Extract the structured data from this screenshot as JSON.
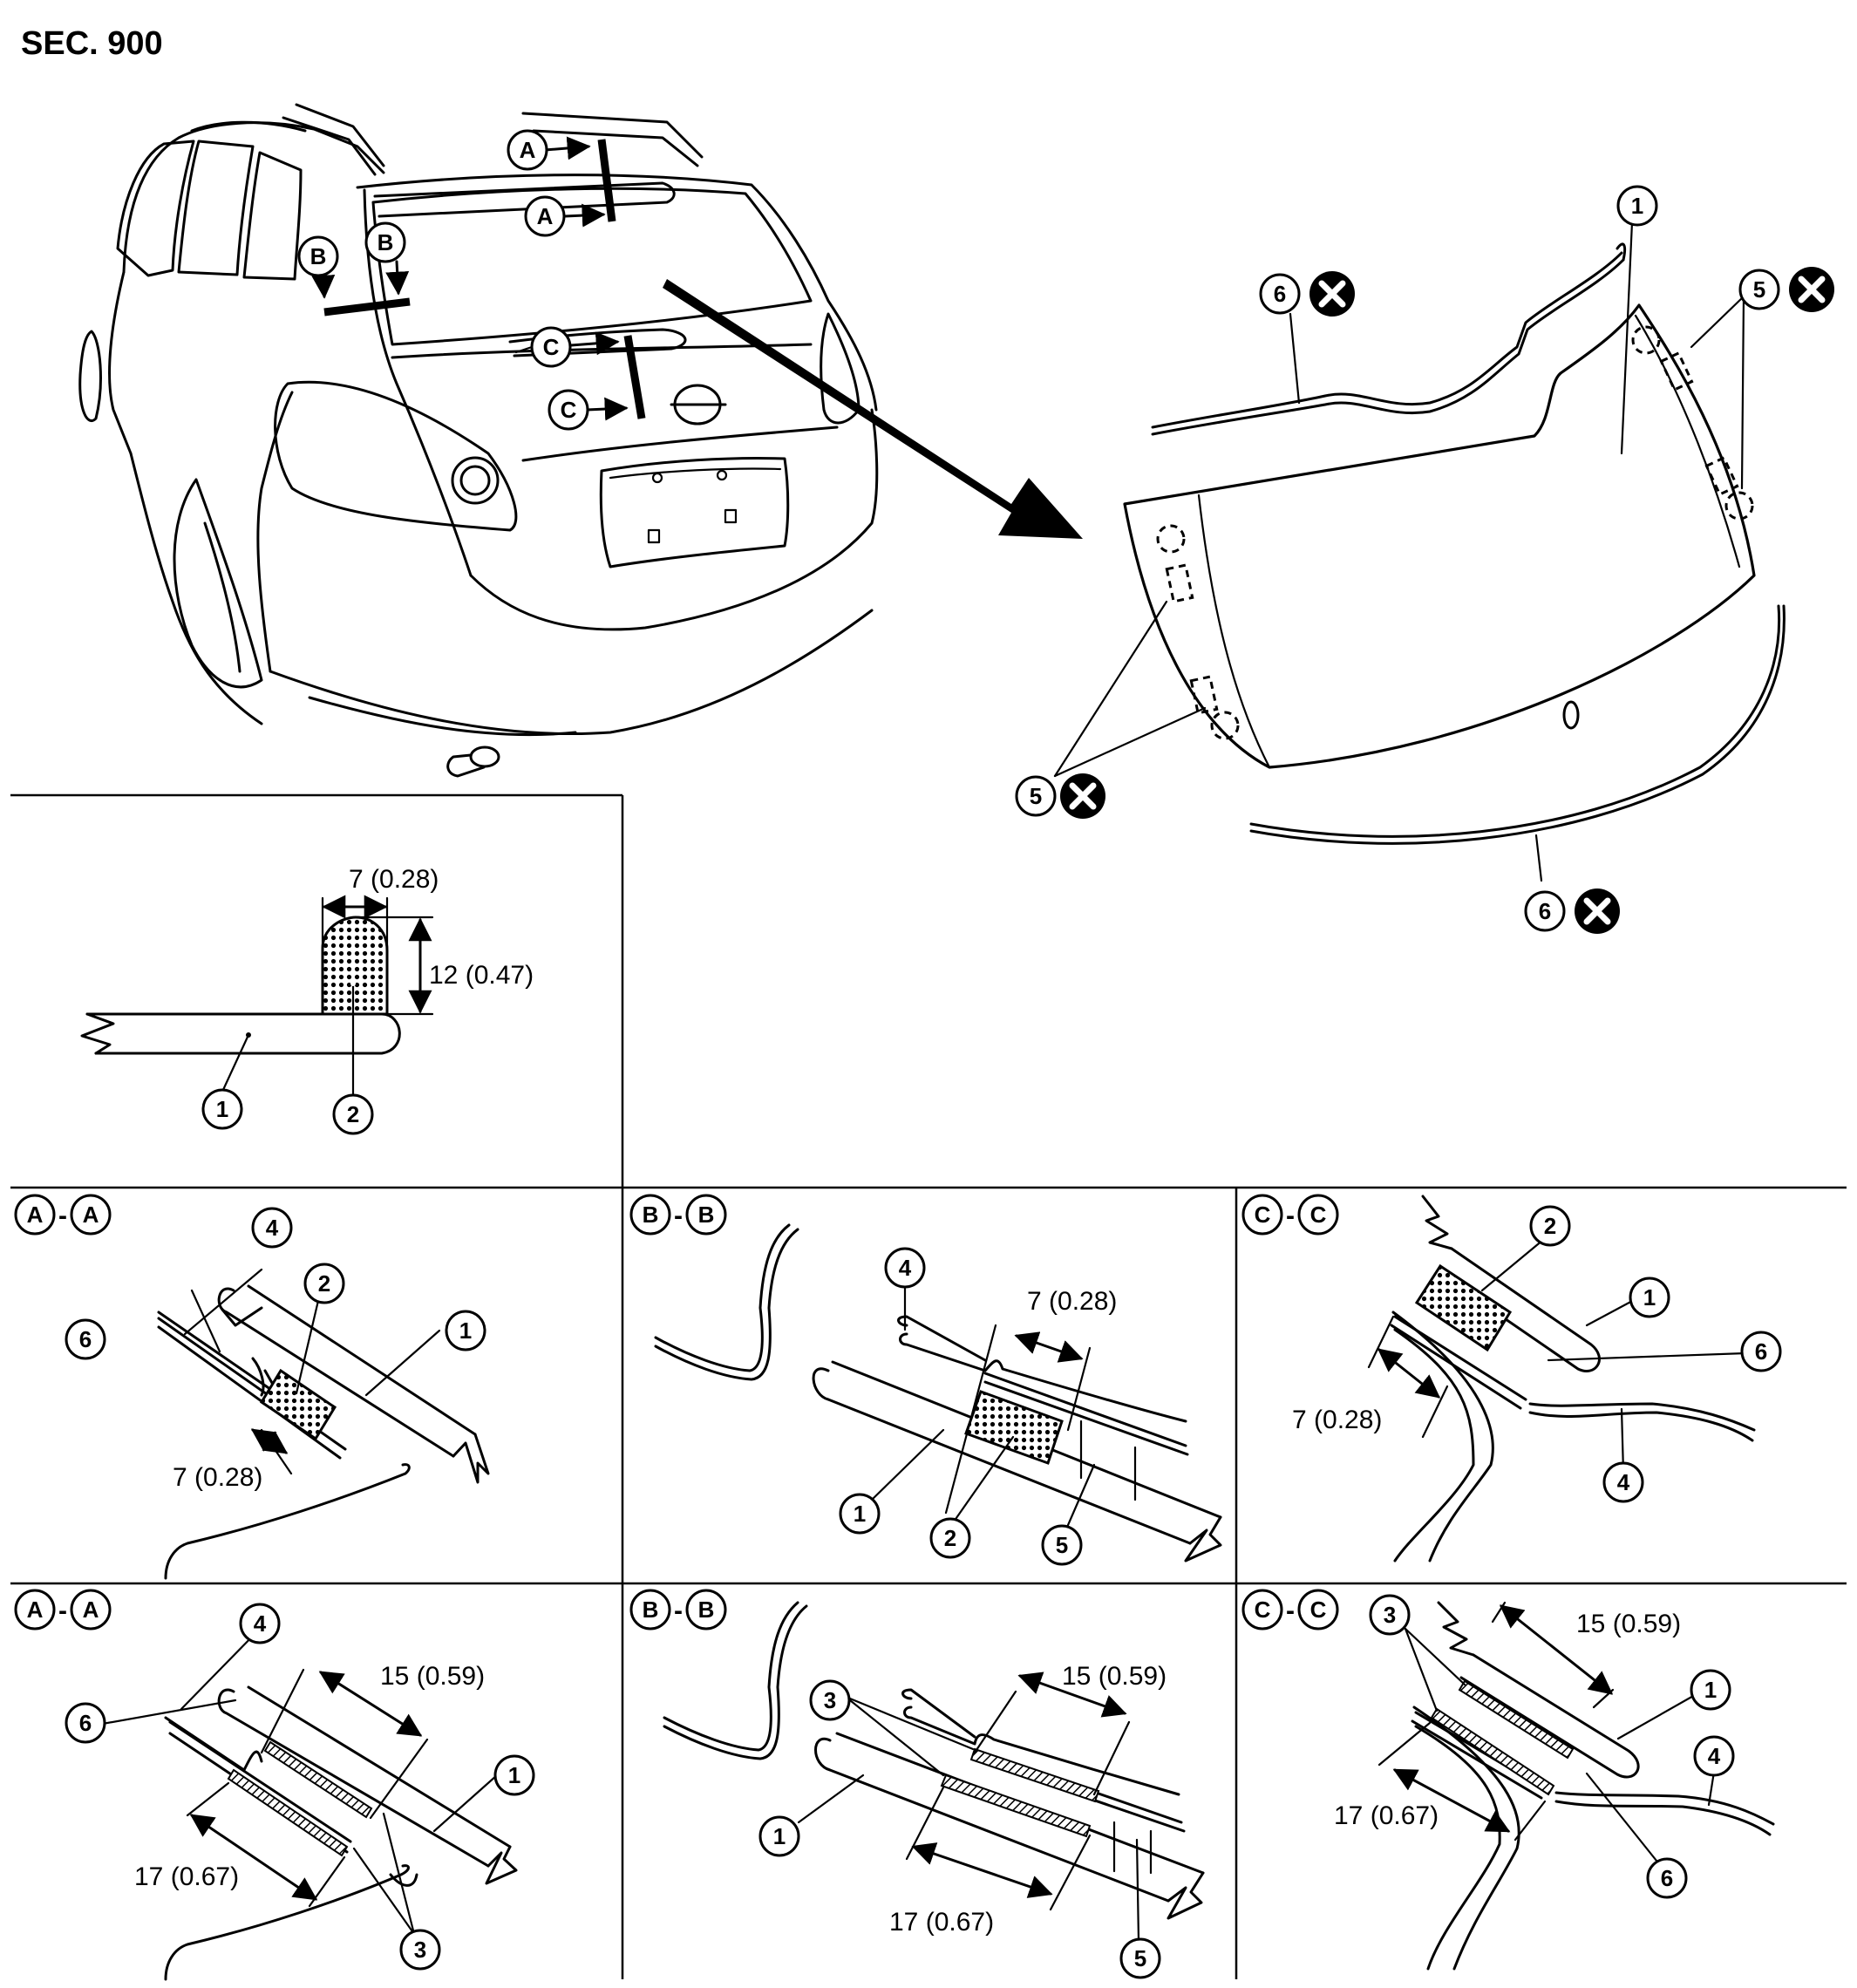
{
  "header": {
    "title": "SEC. 900"
  },
  "callouts": {
    "n1": "1",
    "n2": "2",
    "n3": "3",
    "n4": "4",
    "n5": "5",
    "n6": "6"
  },
  "section_letters": {
    "a": "A",
    "b": "B",
    "c": "C"
  },
  "symbols": {
    "section_separator": "-",
    "do_not_reuse": "✕"
  },
  "dimensions": {
    "bead_width": "7 (0.28)",
    "bead_height": "12 (0.47)",
    "tape_15": "15 (0.59)",
    "tape_17": "17 (0.67)"
  },
  "icons": {
    "do_not_reuse": "x-circle-icon",
    "view_arrow": "arrow-icon"
  }
}
